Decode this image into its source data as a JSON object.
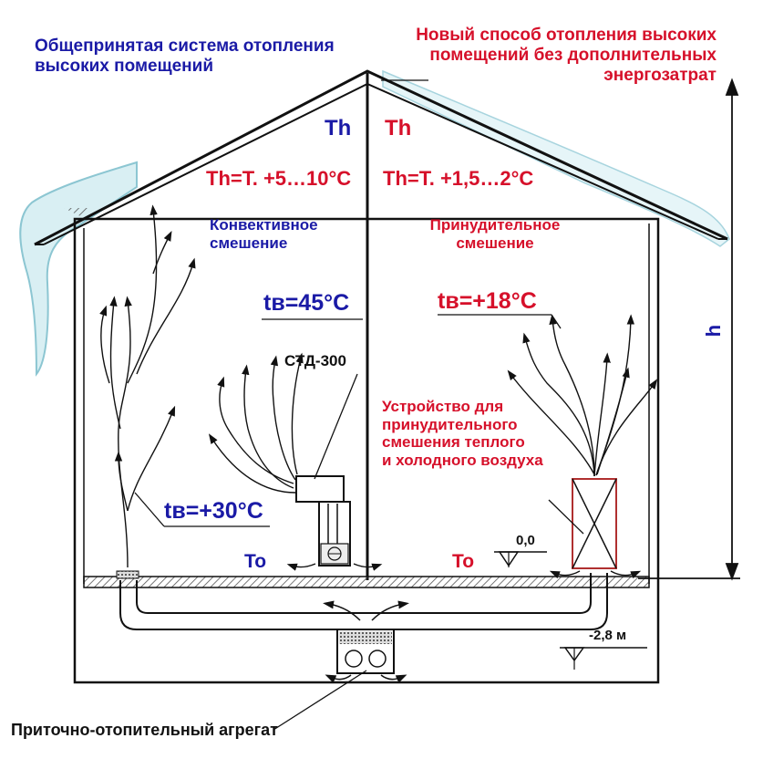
{
  "left_title": "Общепринятая система отопления\nвысоких помещений",
  "right_title": "Новый способ отопления высоких\nпомещений без дополнительных\nэнергозатрат",
  "left": {
    "th": "Th",
    "formula": "Th=T. +5…10°C",
    "mixing": "Конвективное\nсмешение",
    "tb_top": "tв=45°C",
    "device": "СТД-300",
    "tb_bottom": "tв=+30°C",
    "to": "To"
  },
  "right": {
    "th": "Th",
    "formula": "Th=T. +1,5…2°C",
    "mixing": "Принудительное\nсмешение",
    "tb": "tв=+18°C",
    "device": "Устройство для\nпринудительного\nсмешения теплого\nи холодного воздуха",
    "to": "To",
    "level_zero": "0,0",
    "level_minus": "-2,8 м"
  },
  "height_label": "h",
  "unit_label": "Приточно-отопительный агрегат",
  "colors": {
    "blue": "#1a1aa6",
    "red": "#d6102a",
    "outline": "#111111",
    "snow": "#bfe3ea",
    "device_red": "#b03030"
  }
}
